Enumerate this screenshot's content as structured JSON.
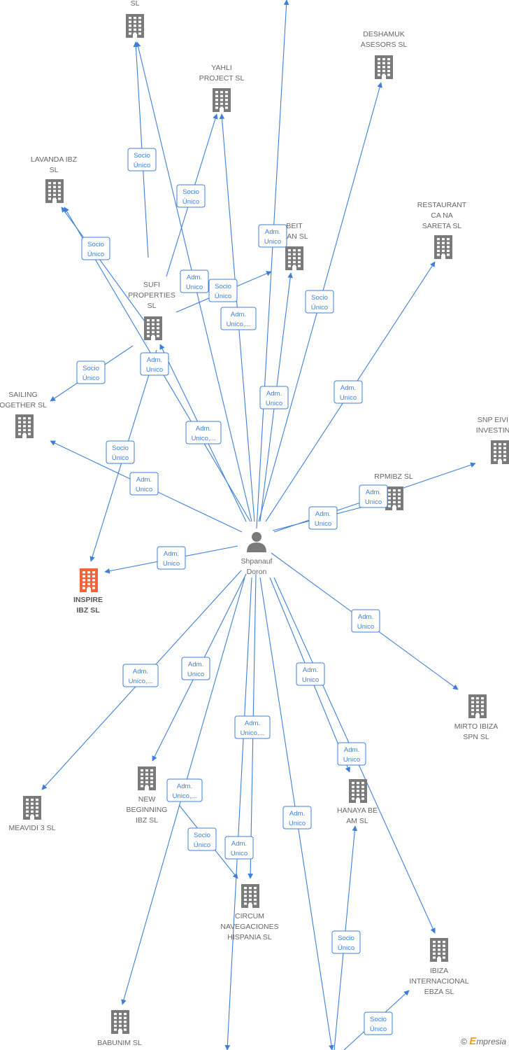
{
  "person": {
    "name": [
      "Shpanauf",
      "Doron"
    ]
  },
  "nodes": [
    {
      "id": "top-sl",
      "label": [
        "SL"
      ],
      "icon": "building-icon"
    },
    {
      "id": "deshamuk",
      "label": [
        "DESHAMUK",
        "ASESORS  SL"
      ],
      "icon": "building-icon"
    },
    {
      "id": "yahli",
      "label": [
        "YAHLI",
        "PROJECT  SL"
      ],
      "icon": "building-icon"
    },
    {
      "id": "lavanda",
      "label": [
        "LAVANDA IBZ",
        "SL"
      ],
      "icon": "building-icon"
    },
    {
      "id": "restaurant",
      "label": [
        "RESTAURANT",
        "CA NA",
        "SARETA  SL"
      ],
      "icon": "building-icon"
    },
    {
      "id": "beit",
      "label": [
        "BEIT",
        "MAN  SL"
      ],
      "icon": "building-icon"
    },
    {
      "id": "sufi",
      "label": [
        "SUFI",
        "PROPERTIES",
        "SL"
      ],
      "icon": "building-icon"
    },
    {
      "id": "sailing",
      "label": [
        "SAILING",
        "OGETHER  SL"
      ],
      "icon": "building-icon"
    },
    {
      "id": "snp",
      "label": [
        "SNP EIVI",
        "INVESTIN"
      ],
      "icon": "building-icon"
    },
    {
      "id": "rpmibz",
      "label": [
        "RPMIBZ  SL"
      ],
      "icon": "building-icon"
    },
    {
      "id": "inspire",
      "label": [
        "INSPIRE",
        "IBZ  SL"
      ],
      "icon": "building-icon",
      "focus": true
    },
    {
      "id": "mirto",
      "label": [
        "MIRTO IBIZA",
        "SPN  SL"
      ],
      "icon": "building-icon"
    },
    {
      "id": "new-beginning",
      "label": [
        "NEW",
        "BEGINNING",
        "IBZ  SL"
      ],
      "icon": "building-icon"
    },
    {
      "id": "meavidi",
      "label": [
        "MEAVIDI 3  SL"
      ],
      "icon": "building-icon"
    },
    {
      "id": "hanaya",
      "label": [
        "HANAYA BE",
        "AM  SL"
      ],
      "icon": "building-icon"
    },
    {
      "id": "circum",
      "label": [
        "CIRCUM",
        "NAVEGACIONES",
        "HISPANIA SL"
      ],
      "icon": "building-icon"
    },
    {
      "id": "ibiza-int",
      "label": [
        "IBIZA",
        "INTERNACIONAL",
        "EBZA  SL"
      ],
      "icon": "building-icon"
    },
    {
      "id": "babunim",
      "label": [
        "BABUNIM  SL"
      ],
      "icon": "building-icon"
    }
  ],
  "edge_labels": {
    "socio_unico": [
      "Socio",
      "Único"
    ],
    "adm_unico": [
      "Adm.",
      "Unico"
    ],
    "adm_unico_trunc": [
      "Adm.",
      "Unico,..."
    ]
  },
  "colors": {
    "edge": "#3d7fd6",
    "node": "#7a7a7a",
    "focus_node": "#f0643c",
    "person": "#7a7a7a"
  },
  "footer": {
    "copyright": "©",
    "brand_initial": "E",
    "brand_rest": "mpresia"
  }
}
